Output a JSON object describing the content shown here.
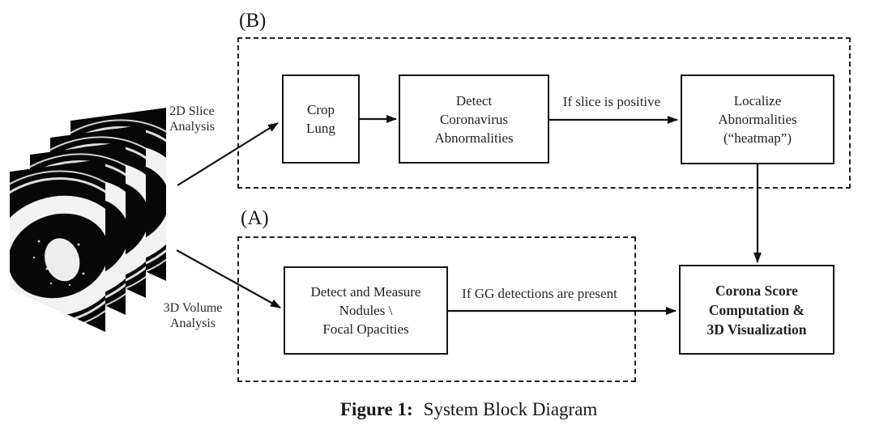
{
  "sections": {
    "b": {
      "label": "(B)"
    },
    "a": {
      "label": "(A)"
    }
  },
  "paths": {
    "slice_2d": {
      "line1": "2D Slice",
      "line2": "Analysis"
    },
    "volume_3d": {
      "line1": "3D Volume",
      "line2": "Analysis"
    }
  },
  "nodes": {
    "crop_lung": {
      "line1": "Crop",
      "line2": "Lung"
    },
    "detect_cov": {
      "line1": "Detect",
      "line2": "Coronavirus",
      "line3": "Abnormalities"
    },
    "localize": {
      "line1": "Localize",
      "line2": "Abnormalities",
      "line3": "(“heatmap”)"
    },
    "detect_measure": {
      "line1": "Detect and Measure",
      "line2": "Nodules \\",
      "line3": "Focal Opacities"
    },
    "corona": {
      "line1": "Corona Score",
      "line2": "Computation &",
      "line3": "3D Visualization"
    }
  },
  "edges": {
    "slice_positive": "If slice is positive",
    "gg_present": "If GG detections are present"
  },
  "input": {
    "illustration": "ct-lung-slice-stack"
  },
  "caption": {
    "label": "Figure 1:",
    "text": "System Block Diagram"
  },
  "colors": {
    "line": "#111111",
    "background": "#ffffff",
    "slice_fill": "#070707",
    "ct_white": "#f2f2f2"
  }
}
